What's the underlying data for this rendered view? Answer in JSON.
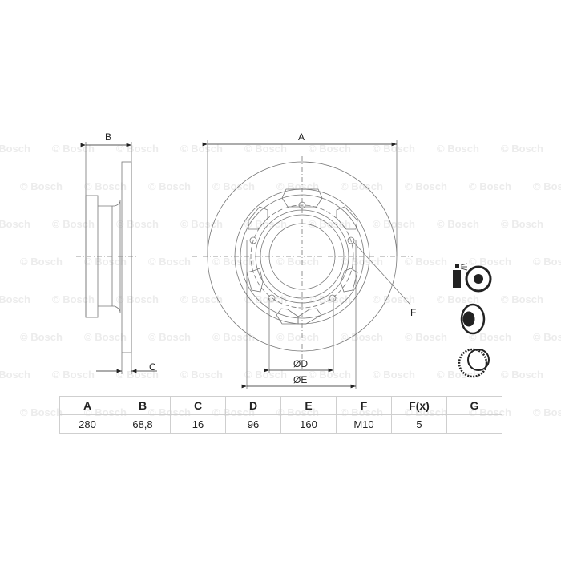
{
  "watermark": "© Bosch",
  "diagram": {
    "side_view": {
      "dim_B_label": "B",
      "dim_C_label": "C"
    },
    "front_view": {
      "dim_A_label": "A",
      "dim_D_label": "ØD",
      "dim_E_label": "ØE",
      "dim_F_label": "F",
      "bolt_holes": 5
    },
    "icons": [
      {
        "name": "spray-cleaner-disc-icon"
      },
      {
        "name": "brake-disc-with-hub-icon"
      },
      {
        "name": "abs-ring-icon"
      }
    ]
  },
  "spec_table": {
    "headers": [
      "A",
      "B",
      "C",
      "D",
      "E",
      "F",
      "F(x)",
      "G"
    ],
    "values": [
      "280",
      "68,8",
      "16",
      "96",
      "160",
      "M10",
      "5",
      ""
    ]
  }
}
